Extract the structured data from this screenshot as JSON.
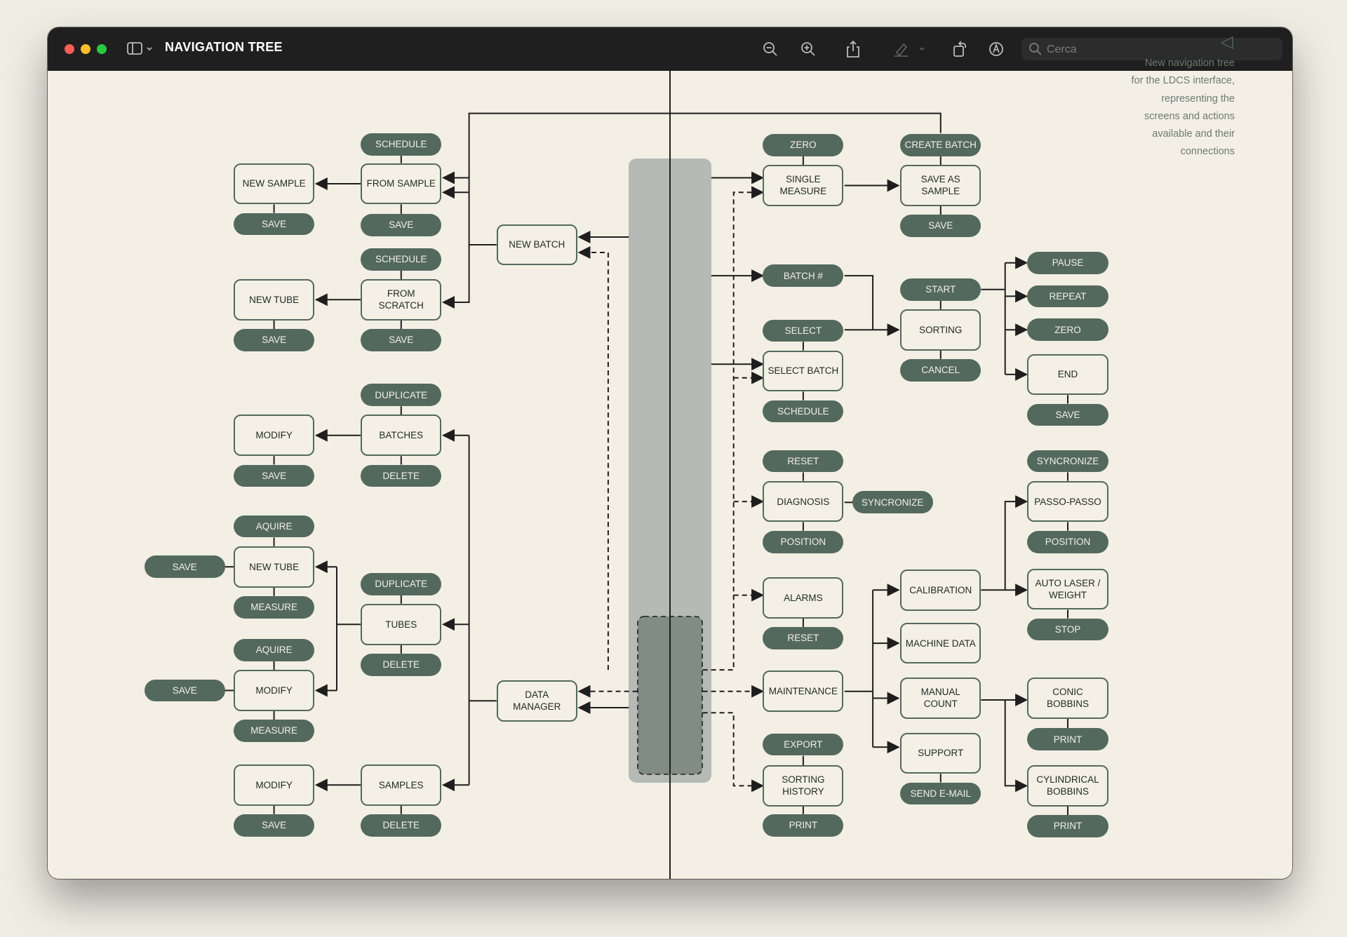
{
  "window": {
    "title": "NAVIGATION TREE",
    "search_placeholder": "Cerca"
  },
  "toolbar_icons": [
    "sidebar-toggle-icon",
    "chevron-down-icon",
    "zoom-out-icon",
    "zoom-in-icon",
    "share-icon",
    "highlight-pen-icon",
    "chevron-down-icon",
    "rotate-icon",
    "markup-icon",
    "search-icon"
  ],
  "sidebar_note": {
    "lines": [
      "New navigation tree",
      "for the LDCS interface,",
      "representing the",
      "screens and actions",
      "available and their",
      "connections"
    ]
  },
  "colors": {
    "node_border": "#54695e",
    "pill_fill": "#54695e",
    "center_bar": "#b5bab7",
    "center_bar_inner": "#808c85",
    "line": "#1e1e1e",
    "background": "#f3efe4"
  },
  "nodes": {
    "new_batch": "NEW BATCH",
    "data_manager": "DATA MANAGER",
    "from_sample": "FROM SAMPLE",
    "from_scratch": "FROM SCRATCH",
    "new_sample": "NEW SAMPLE",
    "new_tube_1": "NEW TUBE",
    "batches": "BATCHES",
    "modify_1": "MODIFY",
    "tubes": "TUBES",
    "new_tube_2": "NEW TUBE",
    "modify_2": "MODIFY",
    "samples": "SAMPLES",
    "modify_3": "MODIFY",
    "single_measure": "SINGLE MEASURE",
    "save_as_sample": "SAVE AS SAMPLE",
    "sorting": "SORTING",
    "select_batch": "SELECT BATCH",
    "end": "END",
    "diagnosis": "DIAGNOSIS",
    "passo_passo": "PASSO-PASSO",
    "alarms": "ALARMS",
    "calibration": "CALIBRATION",
    "auto_laser_weight": "AUTO LASER / WEIGHT",
    "machine_data": "MACHINE DATA",
    "maintenance": "MAINTENANCE",
    "manual_count": "MANUAL COUNT",
    "conic_bobbins": "CONIC BOBBINS",
    "support": "SUPPORT",
    "sorting_history": "SORTING HISTORY",
    "cylindrical_bobbins": "CYLINDRICAL BOBBINS"
  },
  "pills": {
    "schedule_1": "SCHEDULE",
    "save_fs": "SAVE",
    "schedule_2": "SCHEDULE",
    "save_fscr": "SAVE",
    "save_ns": "SAVE",
    "save_nt1": "SAVE",
    "duplicate_1": "DUPLICATE",
    "delete_1": "DELETE",
    "save_mod1": "SAVE",
    "aquire_1": "AQUIRE",
    "save_left_1": "SAVE",
    "measure_1": "MEASURE",
    "duplicate_2": "DUPLICATE",
    "delete_2": "DELETE",
    "aquire_2": "AQUIRE",
    "save_left_2": "SAVE",
    "measure_2": "MEASURE",
    "save_mod3": "SAVE",
    "delete_3": "DELETE",
    "zero_1": "ZERO",
    "create_batch": "CREATE BATCH",
    "save_sas": "SAVE",
    "batch_num": "BATCH #",
    "start": "START",
    "select": "SELECT",
    "cancel": "CANCEL",
    "schedule_3": "SCHEDULE",
    "pause": "PAUSE",
    "repeat": "REPEAT",
    "zero_2": "ZERO",
    "save_end": "SAVE",
    "reset_1": "RESET",
    "syncronize_1": "SYNCRONIZE",
    "position_1": "POSITION",
    "syncronize_2": "SYNCRONIZE",
    "position_2": "POSITION",
    "reset_2": "RESET",
    "stop": "STOP",
    "export": "EXPORT",
    "print_1": "PRINT",
    "send_email": "SEND E-MAIL",
    "print_2": "PRINT",
    "print_3": "PRINT"
  }
}
